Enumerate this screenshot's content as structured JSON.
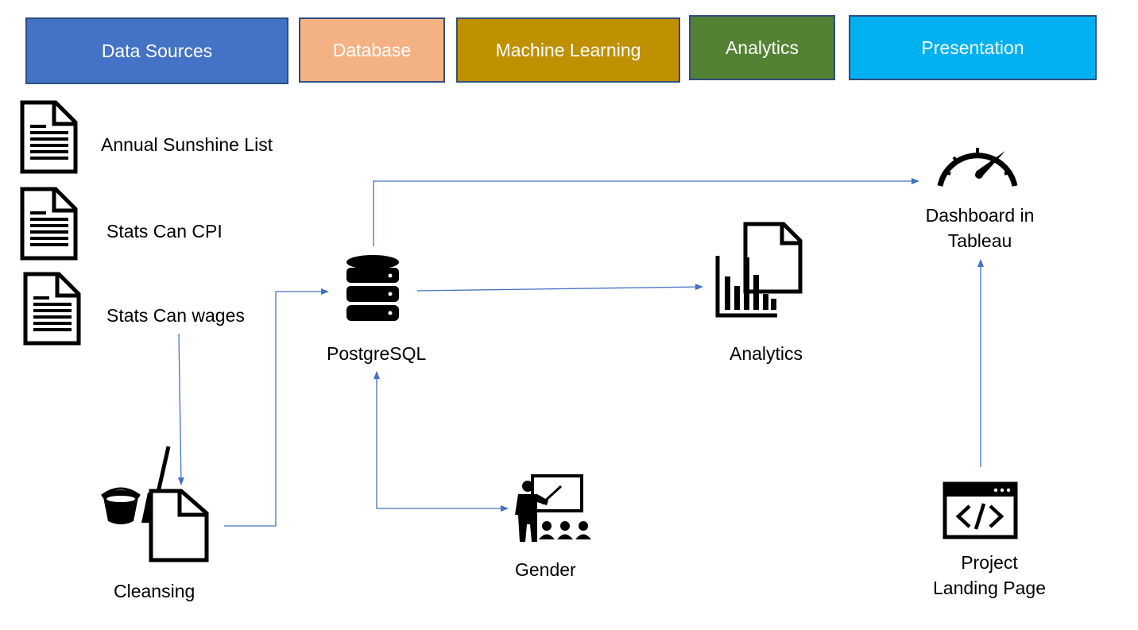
{
  "headers": {
    "data_sources": "Data Sources",
    "database": "Database",
    "machine_learning": "Machine Learning",
    "analytics": "Analytics",
    "presentation": "Presentation"
  },
  "header_colors": {
    "data_sources": "#4472c4",
    "database": "#f4b183",
    "machine_learning": "#bf9000",
    "analytics": "#548235",
    "presentation": "#00b0f0"
  },
  "nodes": {
    "sunshine_list": "Annual Sunshine List",
    "stats_cpi": "Stats Can CPI",
    "stats_wages": "Stats Can wages",
    "cleansing": "Cleansing",
    "postgresql": "PostgreSQL",
    "gender": "Gender",
    "analytics": "Analytics",
    "dashboard_line1": "Dashboard in",
    "dashboard_line2": "Tableau",
    "landing_line1": "Project",
    "landing_line2": "Landing Page"
  },
  "connector_color": "#4472c4",
  "icons": [
    "document-icon",
    "cleansing-icon",
    "database-icon",
    "presenter-icon",
    "analytics-report-icon",
    "gauge-icon",
    "code-window-icon"
  ]
}
